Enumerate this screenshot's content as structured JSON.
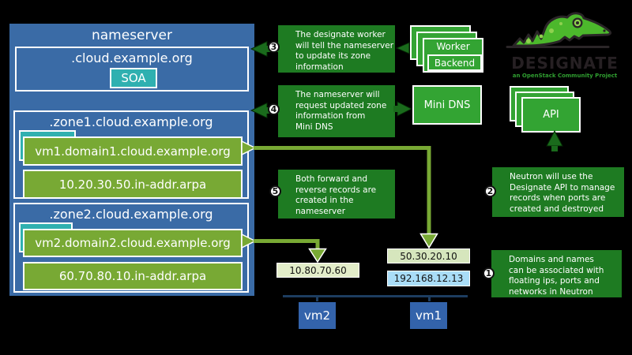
{
  "colors": {
    "background": "#000000",
    "panel_blue": "#3a6ba6",
    "vm_blue": "#3363ab",
    "zone_row_green": "#78a934",
    "teal": "#2fb0b0",
    "step_box_green": "#1e7b22",
    "component_green": "#33a433",
    "pale_green_chip": "#d6e6bd",
    "light_blue_chip": "#a9ddf7",
    "navy_line": "#1d3d60",
    "arrow_olive": "#78a934",
    "arrow_dark_green": "#1a6b1c"
  },
  "nameserver": {
    "title": "nameserver",
    "root_zone": {
      "label": ".cloud.example.org",
      "record": "SOA"
    },
    "zones": [
      {
        "title": ".zone1.cloud.example.org",
        "forward_record": "vm1.domain1.cloud.example.org",
        "reverse_record": "10.20.30.50.in-addr.arpa"
      },
      {
        "title": ".zone2.cloud.example.org",
        "forward_record": "vm2.domain2.cloud.example.org",
        "reverse_record": "60.70.80.10.in-addr.arpa"
      }
    ]
  },
  "steps": [
    {
      "num": "1",
      "text": "Domains and names\ncan be associated with\nfloating ips, ports and\nnetworks in Neutron"
    },
    {
      "num": "2",
      "text": "Neutron will use the\nDesignate API to manage\nrecords when ports are\ncreated and destroyed"
    },
    {
      "num": "3",
      "text": "The designate worker\nwill tell the nameserver\nto update its zone\ninformation"
    },
    {
      "num": "4",
      "text": "The nameserver will\nrequest updated zone\ninformation from\nMini DNS"
    },
    {
      "num": "5",
      "text": "Both forward and\nreverse records are\ncreated in the\nnameserver"
    }
  ],
  "components": {
    "worker": {
      "label": "Worker",
      "backend_label": "Backend"
    },
    "mini_dns": {
      "label": "Mini DNS"
    },
    "api": {
      "label": "API"
    }
  },
  "logo": {
    "title": "DESIGNATE",
    "tagline": "an OpenStack Community Project"
  },
  "floating_ips": {
    "vm2": "10.80.70.60",
    "vm1": "50.30.20.10"
  },
  "private_ips": {
    "vm1": "192.168.12.13"
  },
  "vms": {
    "vm1": "vm1",
    "vm2": "vm2"
  }
}
